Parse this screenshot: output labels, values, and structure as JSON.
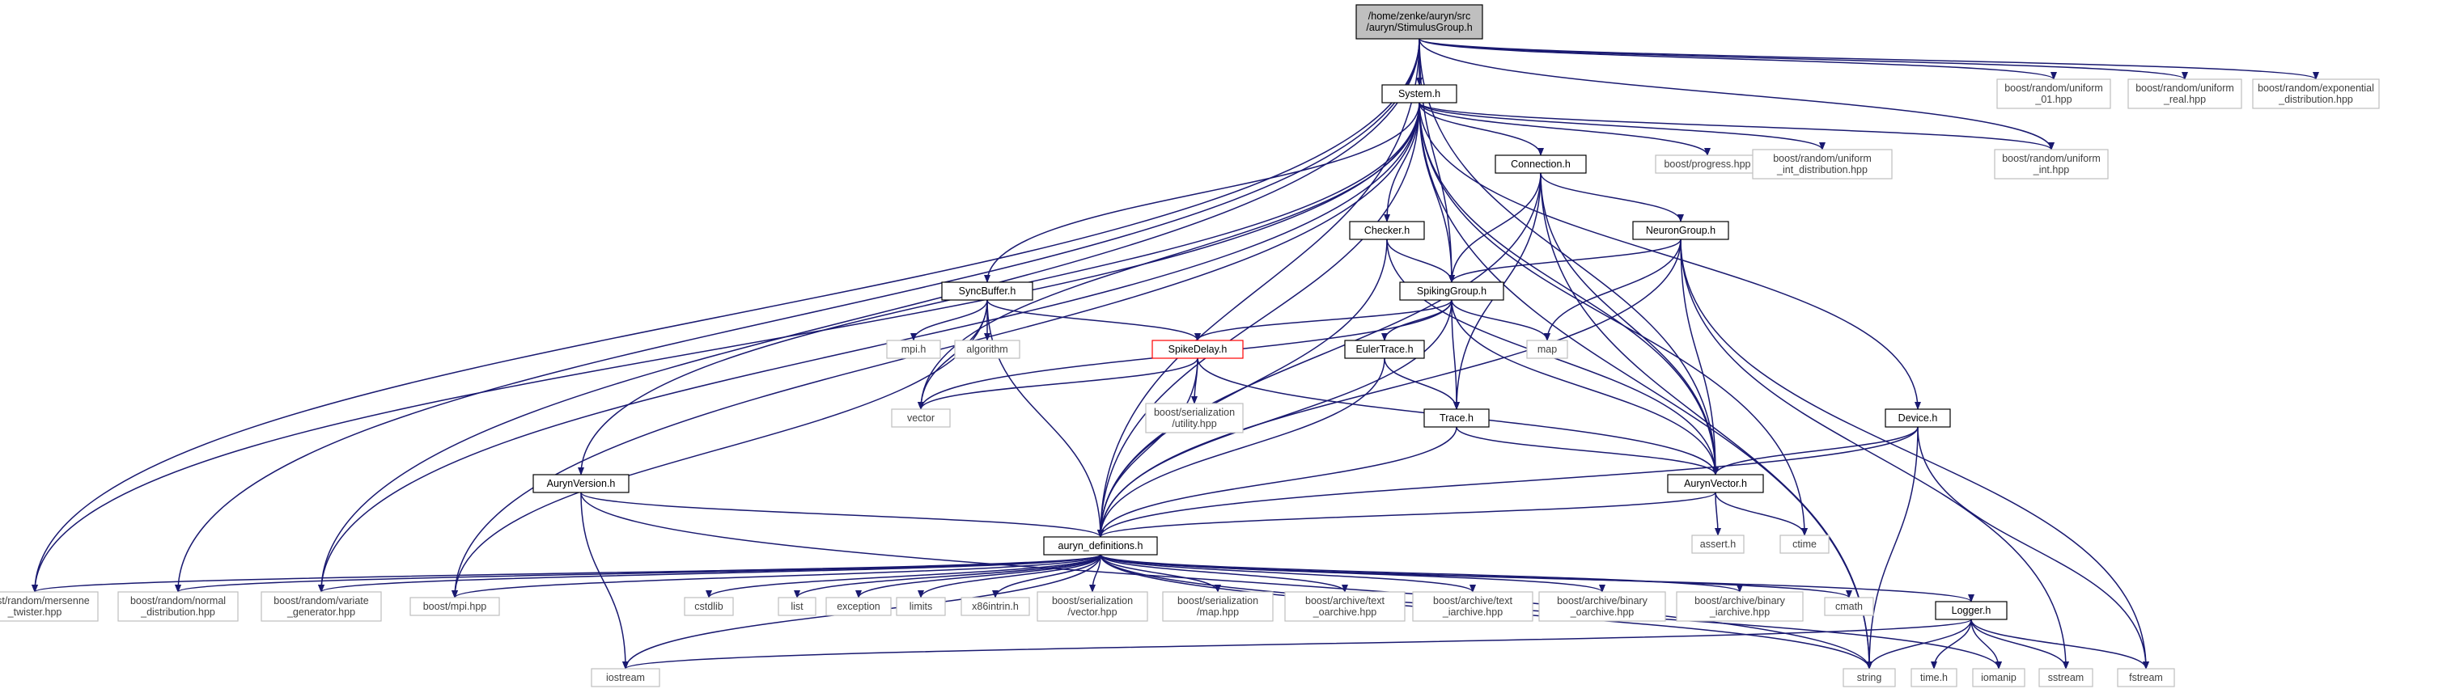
{
  "colors": {
    "edge": "#191970",
    "node_border": "#000000",
    "external_border": "#bfbfbf",
    "external_text": "#404040",
    "text": "#000000",
    "root_fill": "#bfbfbf",
    "node_fill": "#ffffff",
    "highlight_border": "#ff0000"
  },
  "nodes": {
    "stimulusgroup": {
      "lines": [
        "/home/zenke/auryn/src",
        "/auryn/StimulusGroup.h"
      ],
      "kind": "root"
    },
    "system": {
      "lines": [
        "System.h"
      ],
      "kind": "internal"
    },
    "uniform01": {
      "lines": [
        "boost/random/uniform",
        "_01.hpp"
      ],
      "kind": "external"
    },
    "uniformreal": {
      "lines": [
        "boost/random/uniform",
        "_real.hpp"
      ],
      "kind": "external"
    },
    "exponential": {
      "lines": [
        "boost/random/exponential",
        "_distribution.hpp"
      ],
      "kind": "external"
    },
    "connection": {
      "lines": [
        "Connection.h"
      ],
      "kind": "internal"
    },
    "progress": {
      "lines": [
        "boost/progress.hpp"
      ],
      "kind": "external"
    },
    "uniformintdist": {
      "lines": [
        "boost/random/uniform",
        "_int_distribution.hpp"
      ],
      "kind": "external"
    },
    "uniformint": {
      "lines": [
        "boost/random/uniform",
        "_int.hpp"
      ],
      "kind": "external"
    },
    "checker": {
      "lines": [
        "Checker.h"
      ],
      "kind": "internal"
    },
    "neurongroup": {
      "lines": [
        "NeuronGroup.h"
      ],
      "kind": "internal"
    },
    "syncbuffer": {
      "lines": [
        "SyncBuffer.h"
      ],
      "kind": "internal"
    },
    "spikinggroup": {
      "lines": [
        "SpikingGroup.h"
      ],
      "kind": "internal"
    },
    "mpih": {
      "lines": [
        "mpi.h"
      ],
      "kind": "external"
    },
    "algorithm": {
      "lines": [
        "algorithm"
      ],
      "kind": "external"
    },
    "spikedelay": {
      "lines": [
        "SpikeDelay.h"
      ],
      "kind": "highlight"
    },
    "eulertrace": {
      "lines": [
        "EulerTrace.h"
      ],
      "kind": "internal"
    },
    "map": {
      "lines": [
        "map"
      ],
      "kind": "external"
    },
    "vector": {
      "lines": [
        "vector"
      ],
      "kind": "external"
    },
    "serialutility": {
      "lines": [
        "boost/serialization",
        "/utility.hpp"
      ],
      "kind": "external"
    },
    "trace": {
      "lines": [
        "Trace.h"
      ],
      "kind": "internal"
    },
    "device": {
      "lines": [
        "Device.h"
      ],
      "kind": "internal"
    },
    "aurynversion": {
      "lines": [
        "AurynVersion.h"
      ],
      "kind": "internal"
    },
    "aurynvector": {
      "lines": [
        "AurynVector.h"
      ],
      "kind": "internal"
    },
    "asserth": {
      "lines": [
        "assert.h"
      ],
      "kind": "external"
    },
    "ctime": {
      "lines": [
        "ctime"
      ],
      "kind": "external"
    },
    "definitions": {
      "lines": [
        "auryn_definitions.h"
      ],
      "kind": "internal"
    },
    "mersenne": {
      "lines": [
        "boost/random/mersenne",
        "_twister.hpp"
      ],
      "kind": "external"
    },
    "normal": {
      "lines": [
        "boost/random/normal",
        "_distribution.hpp"
      ],
      "kind": "external"
    },
    "variate": {
      "lines": [
        "boost/random/variate",
        "_generator.hpp"
      ],
      "kind": "external"
    },
    "mpihpp": {
      "lines": [
        "boost/mpi.hpp"
      ],
      "kind": "external"
    },
    "cstdlib": {
      "lines": [
        "cstdlib"
      ],
      "kind": "external"
    },
    "list": {
      "lines": [
        "list"
      ],
      "kind": "external"
    },
    "exception": {
      "lines": [
        "exception"
      ],
      "kind": "external"
    },
    "limits": {
      "lines": [
        "limits"
      ],
      "kind": "external"
    },
    "x86intrin": {
      "lines": [
        "x86intrin.h"
      ],
      "kind": "external"
    },
    "serialvector": {
      "lines": [
        "boost/serialization",
        "/vector.hpp"
      ],
      "kind": "external"
    },
    "serialmap": {
      "lines": [
        "boost/serialization",
        "/map.hpp"
      ],
      "kind": "external"
    },
    "textoarchive": {
      "lines": [
        "boost/archive/text",
        "_oarchive.hpp"
      ],
      "kind": "external"
    },
    "textiarchive": {
      "lines": [
        "boost/archive/text",
        "_iarchive.hpp"
      ],
      "kind": "external"
    },
    "binoarchive": {
      "lines": [
        "boost/archive/binary",
        "_oarchive.hpp"
      ],
      "kind": "external"
    },
    "biniarchive": {
      "lines": [
        "boost/archive/binary",
        "_iarchive.hpp"
      ],
      "kind": "external"
    },
    "cmath": {
      "lines": [
        "cmath"
      ],
      "kind": "external"
    },
    "logger": {
      "lines": [
        "Logger.h"
      ],
      "kind": "internal"
    },
    "iostream": {
      "lines": [
        "iostream"
      ],
      "kind": "external"
    },
    "string": {
      "lines": [
        "string"
      ],
      "kind": "external"
    },
    "timeh": {
      "lines": [
        "time.h"
      ],
      "kind": "external"
    },
    "iomanip": {
      "lines": [
        "iomanip"
      ],
      "kind": "external"
    },
    "sstream": {
      "lines": [
        "sstream"
      ],
      "kind": "external"
    },
    "fstream": {
      "lines": [
        "fstream"
      ],
      "kind": "external"
    }
  },
  "edges": [
    [
      "stimulusgroup",
      "system"
    ],
    [
      "stimulusgroup",
      "uniform01"
    ],
    [
      "stimulusgroup",
      "uniformreal"
    ],
    [
      "stimulusgroup",
      "exponential"
    ],
    [
      "stimulusgroup",
      "uniformint"
    ],
    [
      "stimulusgroup",
      "aurynvector"
    ],
    [
      "stimulusgroup",
      "spikinggroup"
    ],
    [
      "stimulusgroup",
      "definitions"
    ],
    [
      "stimulusgroup",
      "mersenne"
    ],
    [
      "stimulusgroup",
      "normal"
    ],
    [
      "stimulusgroup",
      "variate"
    ],
    [
      "system",
      "connection"
    ],
    [
      "system",
      "progress"
    ],
    [
      "system",
      "uniformintdist"
    ],
    [
      "system",
      "uniformint"
    ],
    [
      "system",
      "checker"
    ],
    [
      "system",
      "spikinggroup"
    ],
    [
      "system",
      "syncbuffer"
    ],
    [
      "system",
      "vector"
    ],
    [
      "system",
      "device"
    ],
    [
      "system",
      "aurynversion"
    ],
    [
      "system",
      "definitions"
    ],
    [
      "system",
      "string"
    ],
    [
      "system",
      "ctime"
    ],
    [
      "system",
      "mersenne"
    ],
    [
      "system",
      "variate"
    ],
    [
      "system",
      "mpihpp"
    ],
    [
      "system",
      "aurynvector"
    ],
    [
      "connection",
      "neurongroup"
    ],
    [
      "connection",
      "spikinggroup"
    ],
    [
      "connection",
      "trace"
    ],
    [
      "connection",
      "aurynvector"
    ],
    [
      "connection",
      "definitions"
    ],
    [
      "connection",
      "string"
    ],
    [
      "checker",
      "spikinggroup"
    ],
    [
      "checker",
      "aurynvector"
    ],
    [
      "checker",
      "definitions"
    ],
    [
      "neurongroup",
      "spikinggroup"
    ],
    [
      "neurongroup",
      "map"
    ],
    [
      "neurongroup",
      "aurynvector"
    ],
    [
      "neurongroup",
      "definitions"
    ],
    [
      "neurongroup",
      "sstream"
    ],
    [
      "neurongroup",
      "fstream"
    ],
    [
      "syncbuffer",
      "mpih"
    ],
    [
      "syncbuffer",
      "algorithm"
    ],
    [
      "syncbuffer",
      "spikedelay"
    ],
    [
      "syncbuffer",
      "vector"
    ],
    [
      "syncbuffer",
      "definitions"
    ],
    [
      "syncbuffer",
      "mpihpp"
    ],
    [
      "spikinggroup",
      "spikedelay"
    ],
    [
      "spikinggroup",
      "eulertrace"
    ],
    [
      "spikinggroup",
      "map"
    ],
    [
      "spikinggroup",
      "vector"
    ],
    [
      "spikinggroup",
      "trace"
    ],
    [
      "spikinggroup",
      "aurynvector"
    ],
    [
      "spikinggroup",
      "definitions"
    ],
    [
      "spikedelay",
      "vector"
    ],
    [
      "spikedelay",
      "serialutility"
    ],
    [
      "spikedelay",
      "aurynvector"
    ],
    [
      "spikedelay",
      "definitions"
    ],
    [
      "eulertrace",
      "trace"
    ],
    [
      "eulertrace",
      "definitions"
    ],
    [
      "trace",
      "aurynvector"
    ],
    [
      "trace",
      "definitions"
    ],
    [
      "device",
      "aurynvector"
    ],
    [
      "device",
      "definitions"
    ],
    [
      "device",
      "string"
    ],
    [
      "device",
      "fstream"
    ],
    [
      "aurynversion",
      "definitions"
    ],
    [
      "aurynversion",
      "iostream"
    ],
    [
      "aurynversion",
      "string"
    ],
    [
      "aurynvector",
      "asserth"
    ],
    [
      "aurynvector",
      "ctime"
    ],
    [
      "aurynvector",
      "definitions"
    ],
    [
      "definitions",
      "mersenne"
    ],
    [
      "definitions",
      "normal"
    ],
    [
      "definitions",
      "variate"
    ],
    [
      "definitions",
      "mpihpp"
    ],
    [
      "definitions",
      "cstdlib"
    ],
    [
      "definitions",
      "list"
    ],
    [
      "definitions",
      "exception"
    ],
    [
      "definitions",
      "limits"
    ],
    [
      "definitions",
      "x86intrin"
    ],
    [
      "definitions",
      "serialvector"
    ],
    [
      "definitions",
      "serialmap"
    ],
    [
      "definitions",
      "textoarchive"
    ],
    [
      "definitions",
      "textiarchive"
    ],
    [
      "definitions",
      "binoarchive"
    ],
    [
      "definitions",
      "biniarchive"
    ],
    [
      "definitions",
      "cmath"
    ],
    [
      "definitions",
      "logger"
    ],
    [
      "definitions",
      "iostream"
    ],
    [
      "definitions",
      "string"
    ],
    [
      "definitions",
      "iomanip"
    ],
    [
      "logger",
      "iostream"
    ],
    [
      "logger",
      "string"
    ],
    [
      "logger",
      "timeh"
    ],
    [
      "logger",
      "iomanip"
    ],
    [
      "logger",
      "sstream"
    ],
    [
      "logger",
      "fstream"
    ]
  ]
}
